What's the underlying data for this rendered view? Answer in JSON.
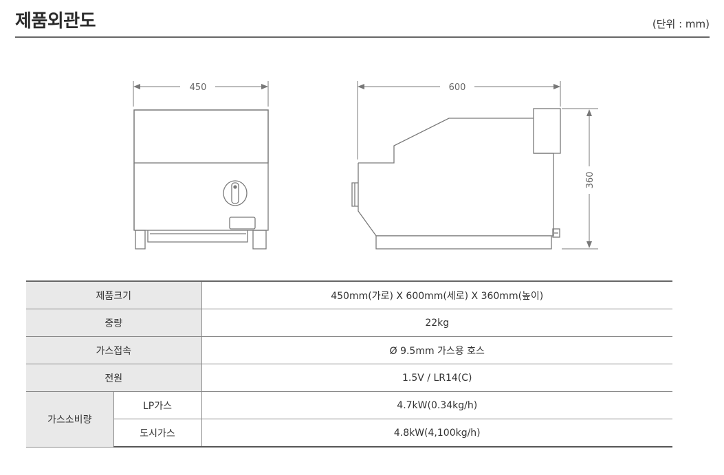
{
  "header": {
    "title": "제품외관도",
    "unit": "(단위 : mm)"
  },
  "drawing": {
    "front_width_label": "450",
    "side_depth_label": "600",
    "side_height_label": "360"
  },
  "spec_table": {
    "size": {
      "label": "제품크기",
      "value": "450mm(가로) X 600mm(세로) X 360mm(높이)"
    },
    "weight": {
      "label": "중량",
      "value": "22kg"
    },
    "gas_connection": {
      "label": "가스접속",
      "value": "Ø 9.5mm 가스용 호스"
    },
    "power": {
      "label": "전원",
      "value": "1.5V / LR14(C)"
    },
    "gas_consumption": {
      "label": "가스소비량",
      "lp": {
        "label": "LP가스",
        "value": "4.7kW(0.34kg/h)"
      },
      "city": {
        "label": "도시가스",
        "value": "4.8kW(4,100kg/h)"
      }
    }
  }
}
